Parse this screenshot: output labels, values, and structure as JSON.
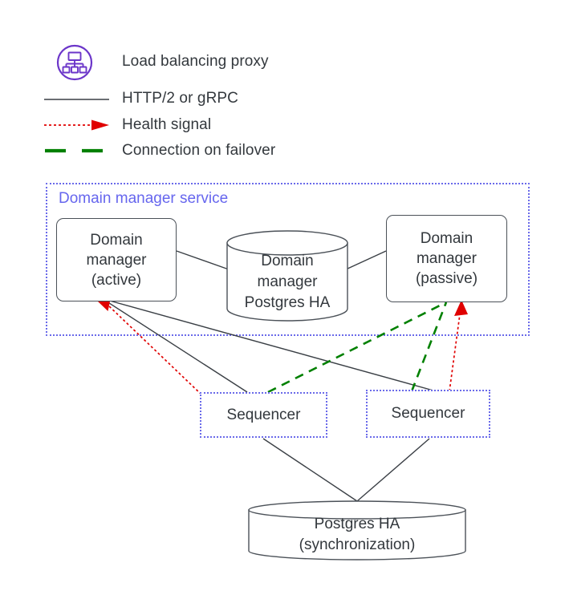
{
  "legend": {
    "items": [
      {
        "id": "load-balancing-proxy",
        "label": "Load balancing proxy",
        "marker": "proxy-icon",
        "color": "#6b35c9"
      },
      {
        "id": "http2-grpc",
        "label": "HTTP/2 or gRPC",
        "marker": "solid-line",
        "color": "#3a3f45"
      },
      {
        "id": "health-signal",
        "label": "Health signal",
        "marker": "dotted-arrow",
        "color": "#e00000"
      },
      {
        "id": "connection-on-failover",
        "label": "Connection on failover",
        "marker": "dashed-line",
        "color": "#008000"
      }
    ]
  },
  "group": {
    "title": "Domain manager service",
    "title_color": "#6666ee",
    "border_color": "#6a6aea"
  },
  "nodes": {
    "dm_active": "Domain\nmanager\n(active)",
    "dm_passive": "Domain\nmanager\n(passive)",
    "dm_postgres_ha": "Domain\nmanager\nPostgres HA",
    "sequencer_left": "Sequencer",
    "sequencer_right": "Sequencer",
    "postgres_ha_sync": "Postgres HA\n(synchronization)"
  },
  "colors": {
    "line": "#3a3f45",
    "health": "#e00000",
    "failover": "#008000",
    "dotted_box": "#6a6aea",
    "node_border": "#4b5158",
    "text": "#33383d",
    "accent_purple": "#6b35c9"
  }
}
